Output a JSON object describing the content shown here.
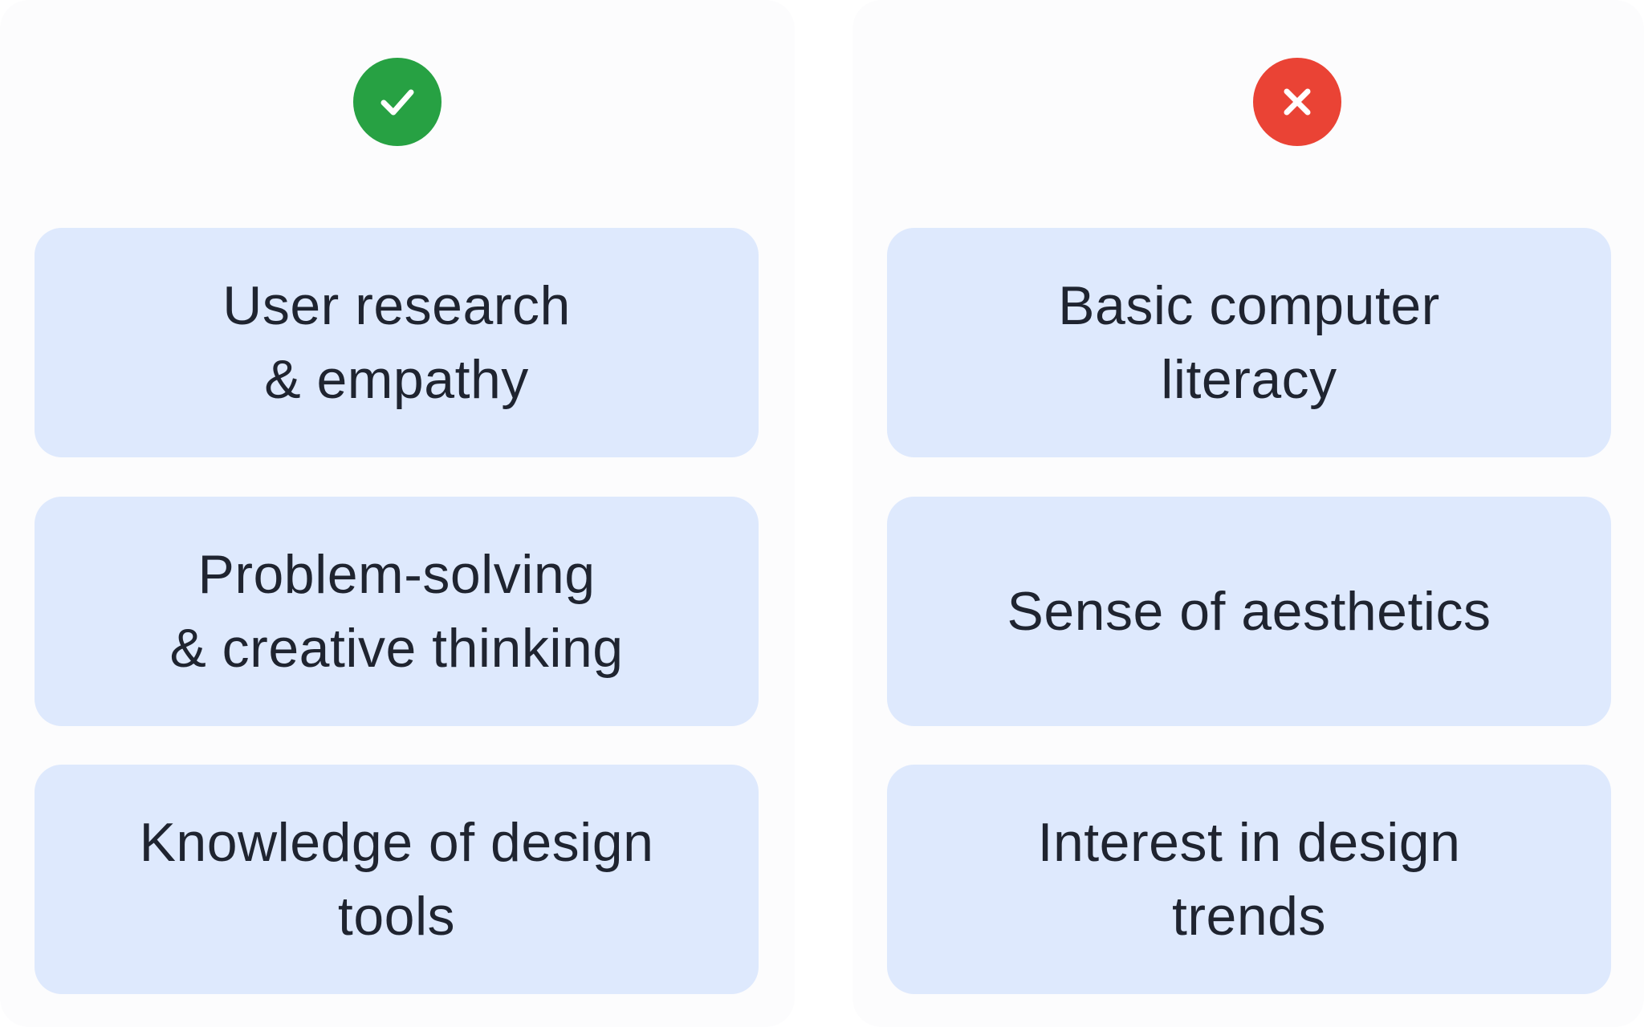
{
  "colors": {
    "card_background": "#dee9fd",
    "text": "#1f2430",
    "check_green": "#27a143",
    "cross_red": "#ea4335"
  },
  "columns": [
    {
      "icon": "check-icon",
      "items": [
        "User research\n& empathy",
        "Problem-solving\n& creative thinking",
        "Knowledge of design\ntools"
      ]
    },
    {
      "icon": "cross-icon",
      "items": [
        "Basic computer\nliteracy",
        "Sense of aesthetics",
        "Interest in design\ntrends"
      ]
    }
  ]
}
